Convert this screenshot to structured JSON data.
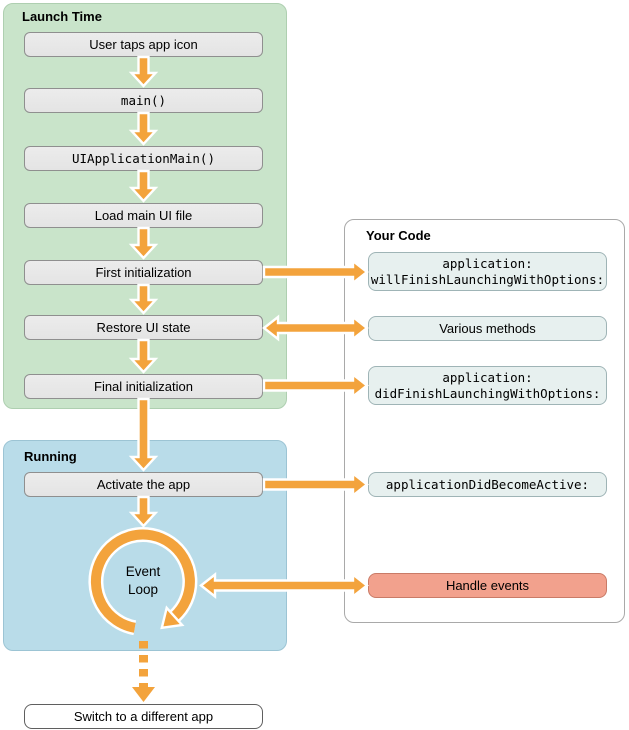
{
  "launch": {
    "title": "Launch Time",
    "steps": [
      {
        "label": "User taps app icon"
      },
      {
        "label": "main()"
      },
      {
        "label": "UIApplicationMain()"
      },
      {
        "label": "Load main UI file"
      },
      {
        "label": "First initialization"
      },
      {
        "label": "Restore UI state"
      },
      {
        "label": "Final initialization"
      }
    ]
  },
  "running": {
    "title": "Running",
    "activate": "Activate the app",
    "event_loop": "Event\nLoop"
  },
  "your_code": {
    "title": "Your Code",
    "items": [
      {
        "label": "application:\nwillFinishLaunchingWithOptions:"
      },
      {
        "label": "Various methods"
      },
      {
        "label": "application:\ndidFinishLaunchingWithOptions:"
      },
      {
        "label": "applicationDidBecomeActive:"
      },
      {
        "label": "Handle events"
      }
    ]
  },
  "footer": {
    "switch_app": "Switch to a different app"
  },
  "colors": {
    "arrow_orange": "#F3A33C",
    "launch_panel_green": "#C9E4CA",
    "running_panel_blue": "#B9DCE9",
    "step_box_gray": "#E9E9E9",
    "code_box_teal": "#E7F0EF",
    "handle_events_red": "#F2A18D"
  }
}
